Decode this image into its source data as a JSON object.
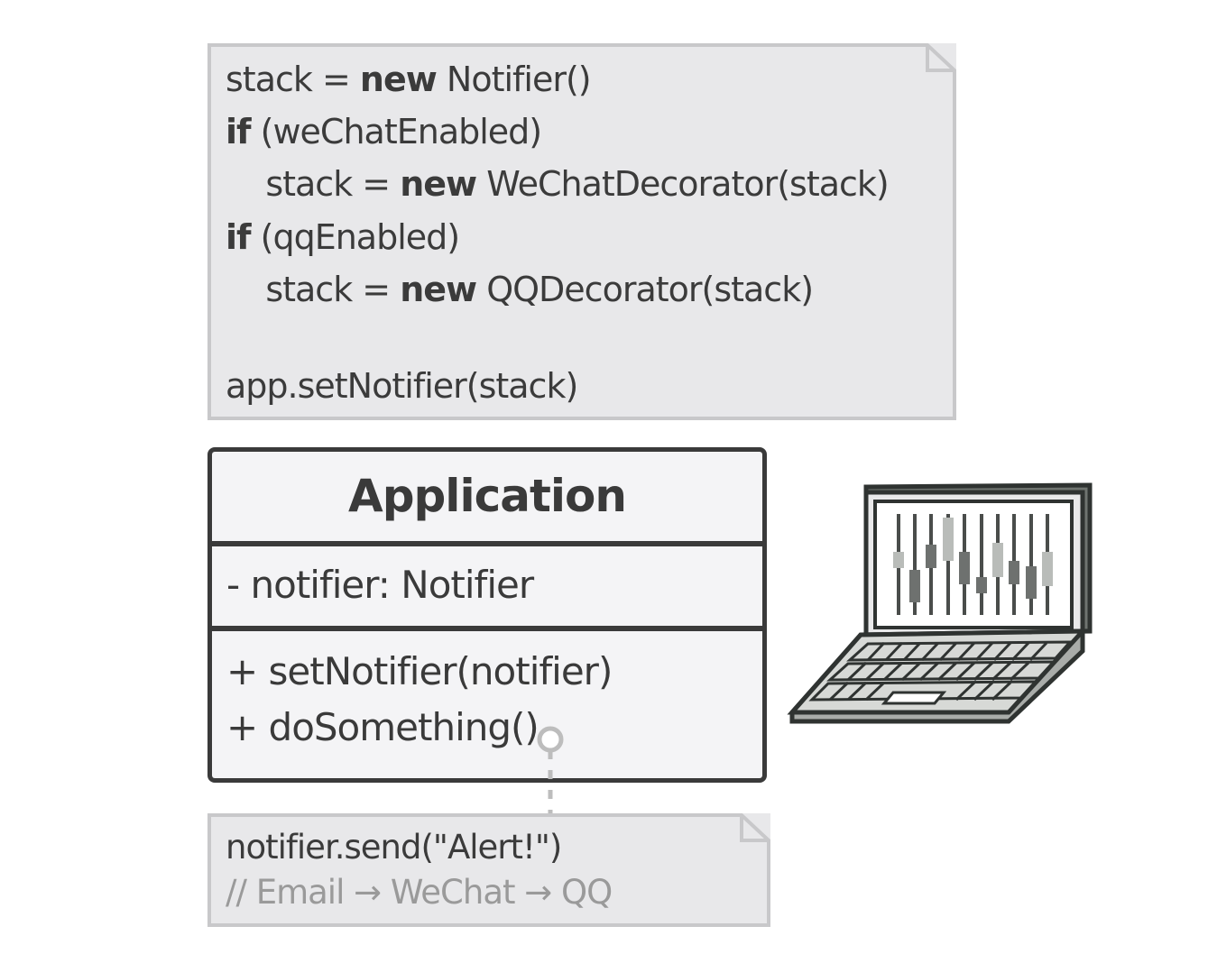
{
  "top_note": {
    "lines": [
      {
        "pre": "stack = ",
        "kw": "new",
        "post": " Notifier()"
      },
      {
        "pre": "",
        "kw": "if",
        "post": " (weChatEnabled)"
      },
      {
        "pre": "    stack = ",
        "kw": "new",
        "post": " WeChatDecorator(stack)"
      },
      {
        "pre": "",
        "kw": "if",
        "post": " (qqEnabled)"
      },
      {
        "pre": "    stack = ",
        "kw": "new",
        "post": " QQDecorator(stack)"
      },
      {
        "pre": "app.setNotifier(stack)",
        "kw": "",
        "post": ""
      }
    ]
  },
  "class_box": {
    "name": "Application",
    "attribute": "- notifier: Notifier",
    "methods": [
      "+ setNotifier(notifier)",
      "+ doSomething()"
    ]
  },
  "bottom_note": {
    "line1": "notifier.send(\"Alert!\")",
    "line2": "// Email → WeChat → QQ"
  },
  "icons": {
    "laptop": "laptop-icon"
  }
}
